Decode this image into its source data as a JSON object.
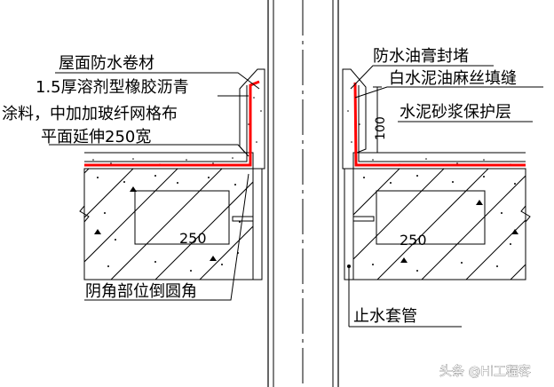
{
  "labels": {
    "roof_membrane": "屋面防水卷材",
    "coating_line1": "1.5厚溶剂型橡胶沥青",
    "coating_line2": "涂料，中加加玻纤网格布",
    "extend_flat": "平面延伸250宽",
    "sealant_plug": "防水油膏封堵",
    "cement_hemp": "白水泥油麻丝填缝",
    "mortar_layer": "水泥砂浆保护层",
    "dim_vertical": "100",
    "dim_left": "250",
    "dim_right": "250",
    "fillet_corner": "阴角部位倒圆角",
    "water_sleeve": "止水套管"
  },
  "watermark": "头条 @Hi工程客",
  "colors": {
    "waterproof_layer": "#ff0000",
    "line": "#000000",
    "background": "#ffffff"
  }
}
